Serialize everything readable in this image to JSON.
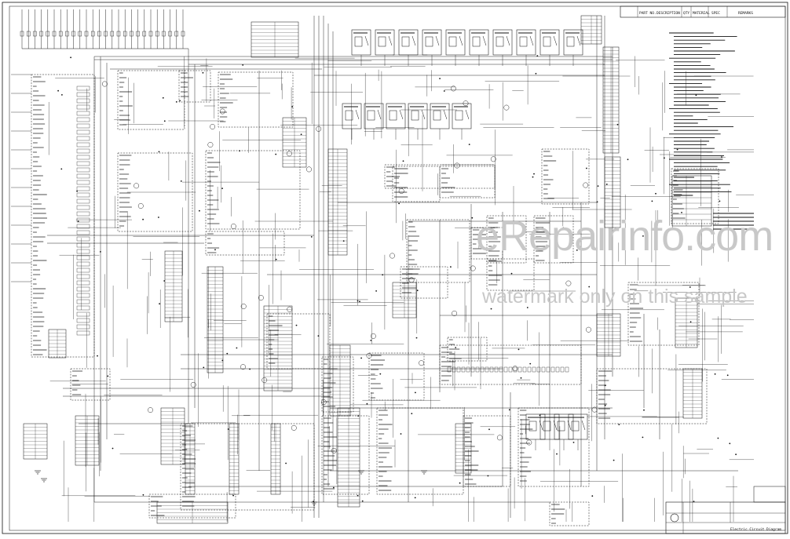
{
  "watermark": {
    "site": "eRepairinfo.com",
    "notice": "watermark only on this sample"
  },
  "title_block": {
    "header_labels": [
      "PART NO.",
      "DESCRIPTION",
      "QTY",
      "MATERIAL",
      "SPEC",
      "REMARKS"
    ],
    "drawing_title": "Electric Circuit Diagram"
  },
  "ink_color": "#111111",
  "watermark_color": "#c8c8c8"
}
